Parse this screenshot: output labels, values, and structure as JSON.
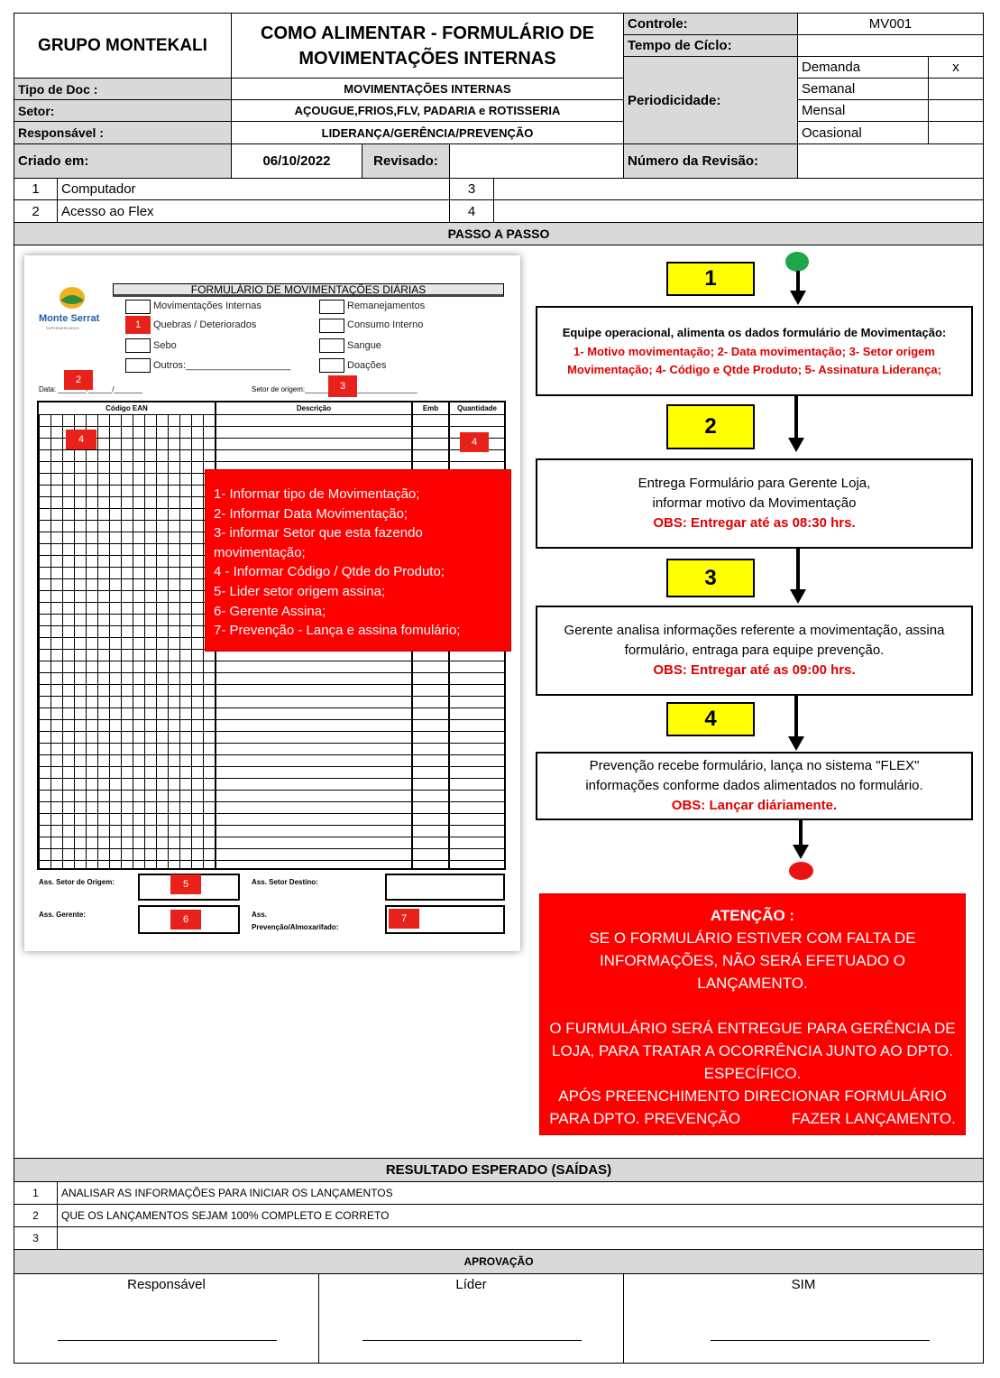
{
  "header": {
    "company": "GRUPO MONTEKALI",
    "title_line1": "COMO ALIMENTAR - FORMULÁRIO DE",
    "title_line2": "MOVIMENTAÇÕES INTERNAS",
    "controle_label": "Controle:",
    "controle_value": "MV001",
    "tempo_label": "Tempo de Cíclo:",
    "tempo_value": "",
    "periodicidade_label": "Periodicidade:",
    "periodicidade": [
      {
        "label": "Demanda",
        "mark": "x"
      },
      {
        "label": "Semanal",
        "mark": ""
      },
      {
        "label": "Mensal",
        "mark": ""
      },
      {
        "label": "Ocasional",
        "mark": ""
      }
    ],
    "tipo_label": "Tipo de Doc :",
    "tipo_value": "MOVIMENTAÇÕES INTERNAS",
    "setor_label": "Setor:",
    "setor_value": "AÇOUGUE,FRIOS,FLV, PADARIA e ROTISSERIA",
    "resp_label": "Responsável :",
    "resp_value": "LIDERANÇA/GERÊNCIA/PREVENÇÃO",
    "criado_label": "Criado em:",
    "criado_value": "06/10/2022",
    "revisado_label": "Revisado:",
    "revisado_value": "",
    "revisao_label": "Número da Revisão:",
    "revisao_value": ""
  },
  "resources": [
    {
      "num": "1",
      "text": "Computador",
      "num2": "3",
      "text2": ""
    },
    {
      "num": "2",
      "text": "Acesso ao Flex",
      "num2": "4",
      "text2": ""
    }
  ],
  "passo_title": "PASSO A PASSO",
  "form": {
    "brand": "Monte Serrat",
    "brand_sub": "SUPERMERCADOS",
    "title": "FORMULÁRIO DE MOVIMENTAÇÕES DIÁRIAS",
    "opt_left": [
      "Movimentações Internas",
      "Quebras / Deteriorados",
      "Sebo",
      "Outros:___________________"
    ],
    "opt_right": [
      "Remanejamentos",
      "Consumo Interno",
      "Sangue",
      "Doações"
    ],
    "data_label": "Data: _______/______/_______",
    "setor_label": "Setor de origem:____________________________",
    "col_ean": "Código EAN",
    "col_desc": "Descrição",
    "col_emb": "Emb",
    "col_qtd": "Quantidade",
    "ass_origem": "Ass. Setor de Origem:",
    "ass_destino": "Ass. Setor Destino:",
    "ass_gerente": "Ass. Gerente:",
    "ass_prev_1": "Ass.",
    "ass_prev_2": "Prevenção/Almoxarifado:",
    "tags": [
      "1",
      "2",
      "3",
      "4",
      "4",
      "5",
      "6",
      "7"
    ]
  },
  "instructions": [
    "1- Informar tipo de Movimentação;",
    "2- Informar Data Movimentação;",
    "3- informar Setor que esta fazendo",
    "movimentação;",
    "4 - Informar Código / Qtde do Produto;",
    "5- Lider setor origem assina;",
    "6- Gerente Assina;",
    "7- Prevenção - Lança e assina fomulário;"
  ],
  "steps": [
    {
      "num": "1",
      "text": "Equipe operacional, alimenta os dados formulário de Movimentação:",
      "red": "1- Motivo movimentação; 2- Data movimentação; 3- Setor origem Movimentação; 4- Código e Qtde Produto; 5- Assinatura Liderança;"
    },
    {
      "num": "2",
      "text1": "Entrega Formulário para Gerente Loja,",
      "text2": "informar motivo da Movimentação",
      "red": "OBS: Entregar até as 08:30 hrs."
    },
    {
      "num": "3",
      "text1": "Gerente analisa informações referente a movimentação,  assina",
      "text2": "formulário, entraga para equipe prevenção.",
      "red": "OBS: Entregar até as 09:00 hrs."
    },
    {
      "num": "4",
      "text1": "Prevenção recebe formulário, lança no sistema \"FLEX\"",
      "text2": "informações conforme dados alimentados no formulário.",
      "red": "OBS: Lançar diáriamente."
    }
  ],
  "atencao": {
    "title": "ATENÇÃO :",
    "p1": [
      "SE O FORMULÁRIO ESTIVER COM FALTA DE",
      "INFORMAÇÕES, NÃO SERÁ EFETUADO O",
      "LANÇAMENTO."
    ],
    "p2": [
      "O FURMULÁRIO SERÁ ENTREGUE PARA GERÊNCIA DE",
      "LOJA, PARA TRATAR A OCORRÊNCIA JUNTO AO DPTO.",
      "ESPECÍFICO.",
      "APÓS PREENCHIMENTO DIRECIONAR FORMULÁRIO",
      "PARA DPTO. PREVENÇÃO            FAZER LANÇAMENTO."
    ]
  },
  "resultado": {
    "title": "RESULTADO ESPERADO (SAÍDAS)",
    "rows": [
      {
        "num": "1",
        "text": "ANALISAR AS INFORMAÇÕES PARA INICIAR OS LANÇAMENTOS"
      },
      {
        "num": "2",
        "text": "QUE OS LANÇAMENTOS SEJAM 100% COMPLETO E CORRETO"
      },
      {
        "num": "3",
        "text": ""
      }
    ]
  },
  "aprovacao": {
    "title": "APROVAÇÃO",
    "cols": [
      "Responsável",
      "Líder",
      "SIM"
    ]
  }
}
